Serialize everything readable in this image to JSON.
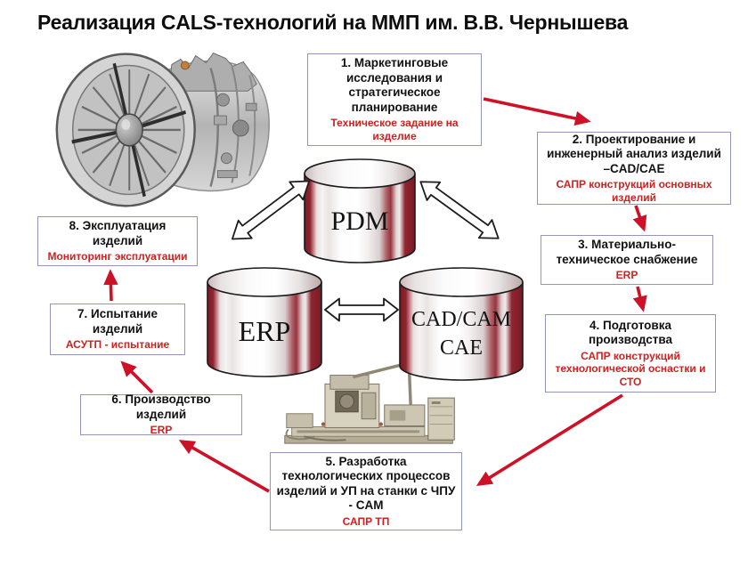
{
  "title": "Реализация CALS-технологий на ММП им. В.В. Чернышева",
  "process_boxes": [
    {
      "title": "1. Маркетинговые исследования и стратегическое планирование",
      "subtitle": "Техническое задание на изделие"
    },
    {
      "title": "2. Проектирование и инженерный анализ изделий –CAD/CAE",
      "subtitle": "САПР конструкций основных изделий"
    },
    {
      "title": "3. Материально-техническое снабжение",
      "subtitle": "ERP"
    },
    {
      "title": "4. Подготовка производства",
      "subtitle": "САПР конструкций технологической оснастки и СТО"
    },
    {
      "title": "5. Разработка технологических процессов изделий и УП на станки с ЧПУ - CAM",
      "subtitle": "САПР ТП"
    },
    {
      "title": "6. Производство изделий",
      "subtitle": "ERP"
    },
    {
      "title": "7. Испытание изделий",
      "subtitle": "АСУТП - испытание"
    },
    {
      "title": "8. Эксплуатация изделий",
      "subtitle": "Мониторинг эксплуатации"
    }
  ],
  "cylinders": {
    "pdm": "PDM",
    "erp": "ERP",
    "cadcam_top": "CAD/CAM",
    "cadcam_bottom": "CAE"
  },
  "colors": {
    "arrow_red": "#ce1126",
    "text_red": "#cc2222",
    "box_border": "#9494bc",
    "cylinder_dark_red": "#7a1b25"
  }
}
